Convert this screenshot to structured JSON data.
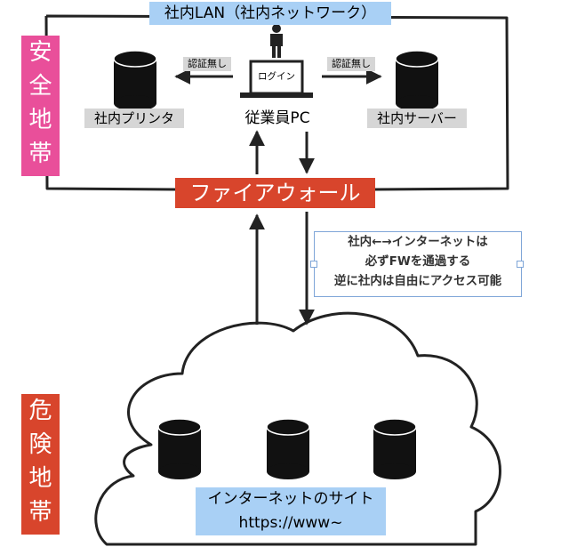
{
  "lan_title": "社内LAN（社内ネットワーク）",
  "safe_zone": [
    "安",
    "全",
    "地",
    "帯"
  ],
  "danger_zone": [
    "危",
    "険",
    "地",
    "帯"
  ],
  "printer_label": "社内プリンタ",
  "server_label": "社内サーバー",
  "pc_label": "従業員PC",
  "login_label": "ログイン",
  "no_auth_left": "認証無し",
  "no_auth_right": "認証無し",
  "firewall_label": "ファイアウォール",
  "note_lines": [
    "社内←→インターネットは",
    "必ずFWを通過する",
    "逆に社内は自由にアクセス可能"
  ],
  "internet_lines": [
    "インターネットのサイト",
    "https://www~"
  ]
}
